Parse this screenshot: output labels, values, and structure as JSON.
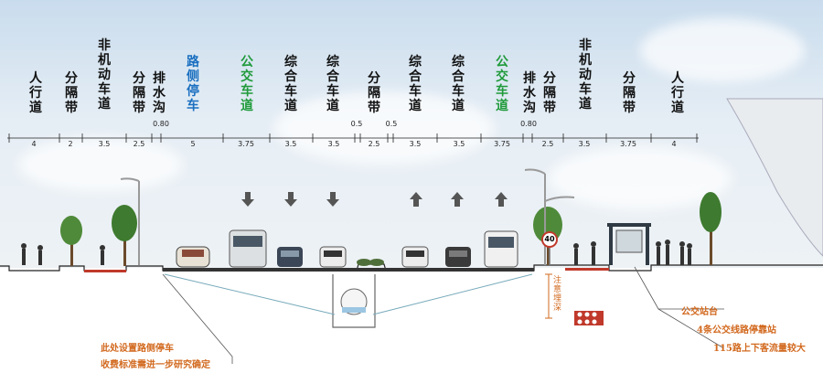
{
  "section_labels": [
    {
      "id": "sidewalk-left",
      "text": "人行道",
      "color": "#111111"
    },
    {
      "id": "median-1",
      "text": "分隔带",
      "color": "#111111"
    },
    {
      "id": "nonmotor-left",
      "text": "非机动车道",
      "color": "#111111"
    },
    {
      "id": "median-2",
      "text": "分隔带",
      "color": "#111111"
    },
    {
      "id": "drain-left",
      "text": "排水沟",
      "color": "#111111"
    },
    {
      "id": "parking",
      "text": "路侧停车",
      "color": "#1a6fc0"
    },
    {
      "id": "bus-lane-left",
      "text": "公交车道",
      "color": "#1f9a3a"
    },
    {
      "id": "general-1",
      "text": "综合车道",
      "color": "#111111"
    },
    {
      "id": "general-2",
      "text": "综合车道",
      "color": "#111111"
    },
    {
      "id": "center-median",
      "text": "分隔带",
      "color": "#111111"
    },
    {
      "id": "general-3",
      "text": "综合车道",
      "color": "#111111"
    },
    {
      "id": "general-4",
      "text": "综合车道",
      "color": "#111111"
    },
    {
      "id": "bus-lane-right",
      "text": "公交车道",
      "color": "#1f9a3a"
    },
    {
      "id": "drain-right",
      "text": "排水沟",
      "color": "#111111"
    },
    {
      "id": "median-3",
      "text": "分隔带",
      "color": "#111111"
    },
    {
      "id": "nonmotor-right",
      "text": "非机动车道",
      "color": "#111111"
    },
    {
      "id": "median-4",
      "text": "分隔带",
      "color": "#111111"
    },
    {
      "id": "sidewalk-right",
      "text": "人行道",
      "color": "#111111"
    }
  ],
  "dimensions": [
    "4",
    "2",
    "3.5",
    "2.5",
    "5",
    "3.75",
    "3.5",
    "3.5",
    "2.5",
    "3.5",
    "3.5",
    "3.75",
    "2.5",
    "3.5",
    "3.75",
    "4"
  ],
  "drain_width_left": "0.80",
  "drain_width_right": "0.80",
  "center_offsets": [
    "0.5",
    "0.5"
  ],
  "speed_sign": "40",
  "pipe_label": "注意埋深",
  "annotations_left": [
    "此处设置路侧停车",
    "收费标准需进一步研究确定"
  ],
  "annotations_right": [
    "公交站台",
    "4条公交线路停靠站",
    "115路上下客流量较大"
  ],
  "colors": {
    "annotation": "#d2691e",
    "bus_lane": "#1f9a3a",
    "parking": "#1a6fc0",
    "bike_lane": "#c0392b",
    "road": "#333333"
  }
}
